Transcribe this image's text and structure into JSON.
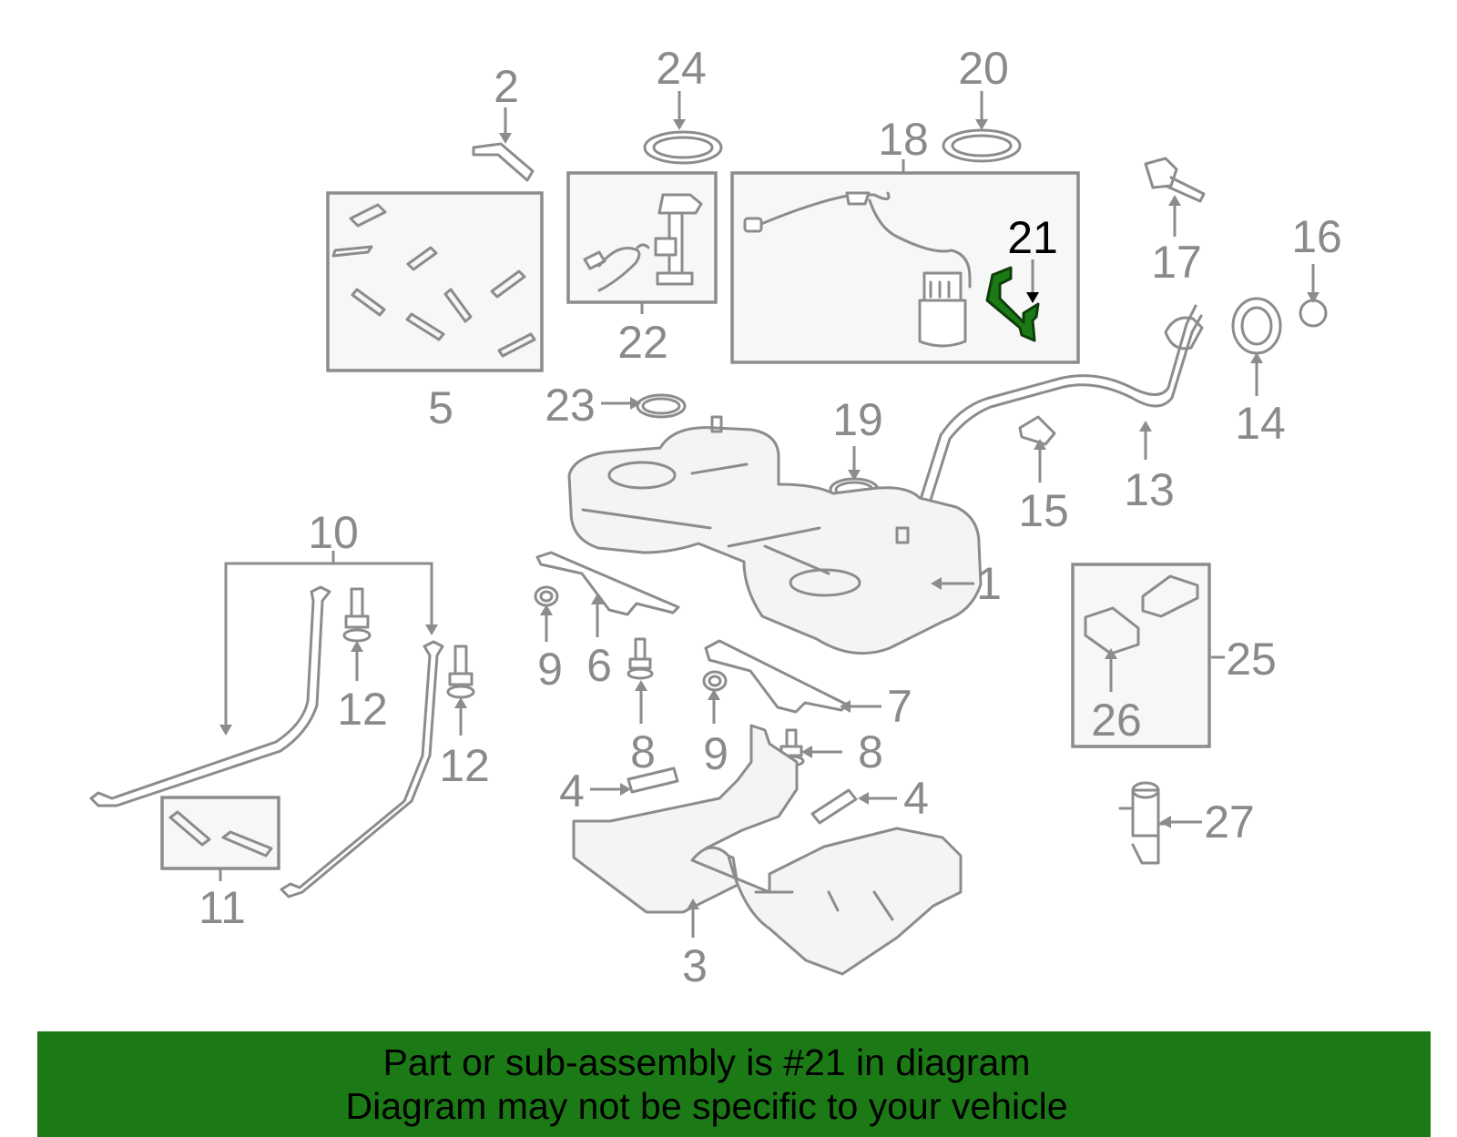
{
  "diagram": {
    "highlighted_part": "21",
    "labels": {
      "p1": "1",
      "p2": "2",
      "p3": "3",
      "p4a": "4",
      "p4b": "4",
      "p5": "5",
      "p6": "6",
      "p7": "7",
      "p8a": "8",
      "p8b": "8",
      "p9a": "9",
      "p9b": "9",
      "p10": "10",
      "p11": "11",
      "p12a": "12",
      "p12b": "12",
      "p13": "13",
      "p14": "14",
      "p15": "15",
      "p16": "16",
      "p17": "17",
      "p18": "18",
      "p19": "19",
      "p20": "20",
      "p21": "21",
      "p22": "22",
      "p23": "23",
      "p24": "24",
      "p25": "25",
      "p26": "26",
      "p27": "27"
    }
  },
  "banner": {
    "line1": "Part or sub-assembly is #21 in diagram",
    "line2": "Diagram may not be specific to your vehicle"
  },
  "colors": {
    "highlight": "#1c7a16",
    "banner_bg": "#1c7a16",
    "part_stroke": "#8c8c8c"
  }
}
